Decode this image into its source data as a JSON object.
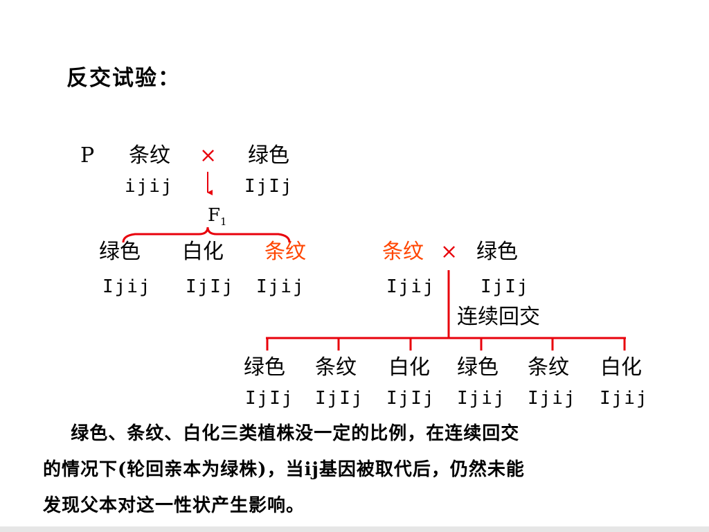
{
  "title": "反交试验：",
  "parents": {
    "p_label": "P",
    "female_phenotype": "条纹",
    "cross_symbol": "×",
    "male_phenotype": "绿色",
    "female_genotype": "ijij",
    "male_genotype": "IjIj",
    "f1_label": "F",
    "f1_sub": "1"
  },
  "f1_offspring": [
    {
      "phenotype": "绿色",
      "genotype": "Ijij"
    },
    {
      "phenotype": "白化",
      "genotype": "IjIj"
    },
    {
      "phenotype": "条纹",
      "genotype": "Ijij"
    }
  ],
  "backcross": {
    "female_phenotype": "条纹",
    "cross_symbol": "×",
    "male_phenotype": "绿色",
    "female_genotype": "Ijij",
    "male_genotype": "IjIj",
    "label": "连续回交"
  },
  "backcross_offspring": [
    {
      "phenotype": "绿色",
      "genotype": "IjIj"
    },
    {
      "phenotype": "条纹",
      "genotype": "IjIj"
    },
    {
      "phenotype": "白化",
      "genotype": "IjIj"
    },
    {
      "phenotype": "绿色",
      "genotype": "Ijij"
    },
    {
      "phenotype": "条纹",
      "genotype": "Ijij"
    },
    {
      "phenotype": "白化",
      "genotype": "Ijij"
    }
  ],
  "conclusion": {
    "line1": "    绿色、条纹、白化三类植株没一定的比例，在连续回交",
    "line2": "的情况下(轮回亲本为绿株)，当ij基因被取代后，仍然未能",
    "line3": "发现父本对这一性状产生影响。"
  },
  "colors": {
    "orange_text": "#ff4500",
    "red_symbol": "#e8000b",
    "connector_red": "#e8000b"
  }
}
